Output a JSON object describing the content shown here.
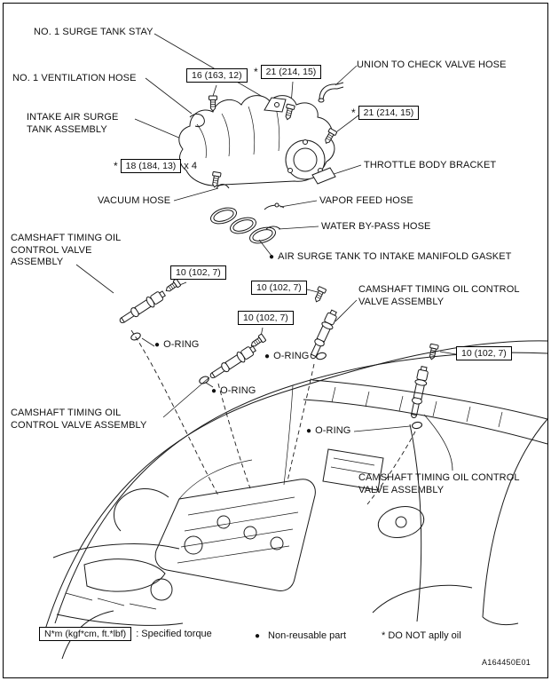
{
  "figure": {
    "code": "A164450E01"
  },
  "icons": {
    "bullet": "●",
    "asterisk": "*"
  },
  "labels": {
    "surge_tank_stay": "NO. 1 SURGE TANK STAY",
    "ventilation_hose": "NO. 1 VENTILATION HOSE",
    "intake_surge_tank": [
      "INTAKE AIR SURGE",
      "TANK ASSEMBLY"
    ],
    "union_check_valve_hose": "UNION TO CHECK VALVE HOSE",
    "throttle_body_bracket": "THROTTLE BODY BRACKET",
    "vacuum_hose": "VACUUM HOSE",
    "vapor_feed_hose": "VAPOR FEED HOSE",
    "water_bypass_hose": "WATER BY-PASS HOSE",
    "surge_tank_gasket": "AIR SURGE TANK TO INTAKE MANIFOLD GASKET",
    "oring": "O-RING",
    "x4": "x 4",
    "camshaft_left_top": [
      "CAMSHAFT TIMING OIL",
      "CONTROL VALVE",
      "ASSEMBLY"
    ],
    "camshaft_right": [
      "CAMSHAFT TIMING OIL CONTROL",
      "VALVE ASSEMBLY"
    ],
    "camshaft_left_bottom": [
      "CAMSHAFT TIMING OIL",
      "CONTROL VALVE ASSEMBLY"
    ],
    "camshaft_bottom_right": [
      "CAMSHAFT TIMING OIL CONTROL",
      "VALVE ASSEMBLY"
    ]
  },
  "torque_specs": {
    "t16": "16 (163, 12)",
    "t21": "21 (214, 15)",
    "t18": "18 (184, 13)",
    "t10": "10 (102, 7)"
  },
  "legend": {
    "unit": "N*m (kgf*cm, ft.*lbf)",
    "specified_torque": ": Specified torque",
    "non_reusable": "Non-reusable part",
    "do_not_oil": "* DO NOT aplly oil"
  }
}
